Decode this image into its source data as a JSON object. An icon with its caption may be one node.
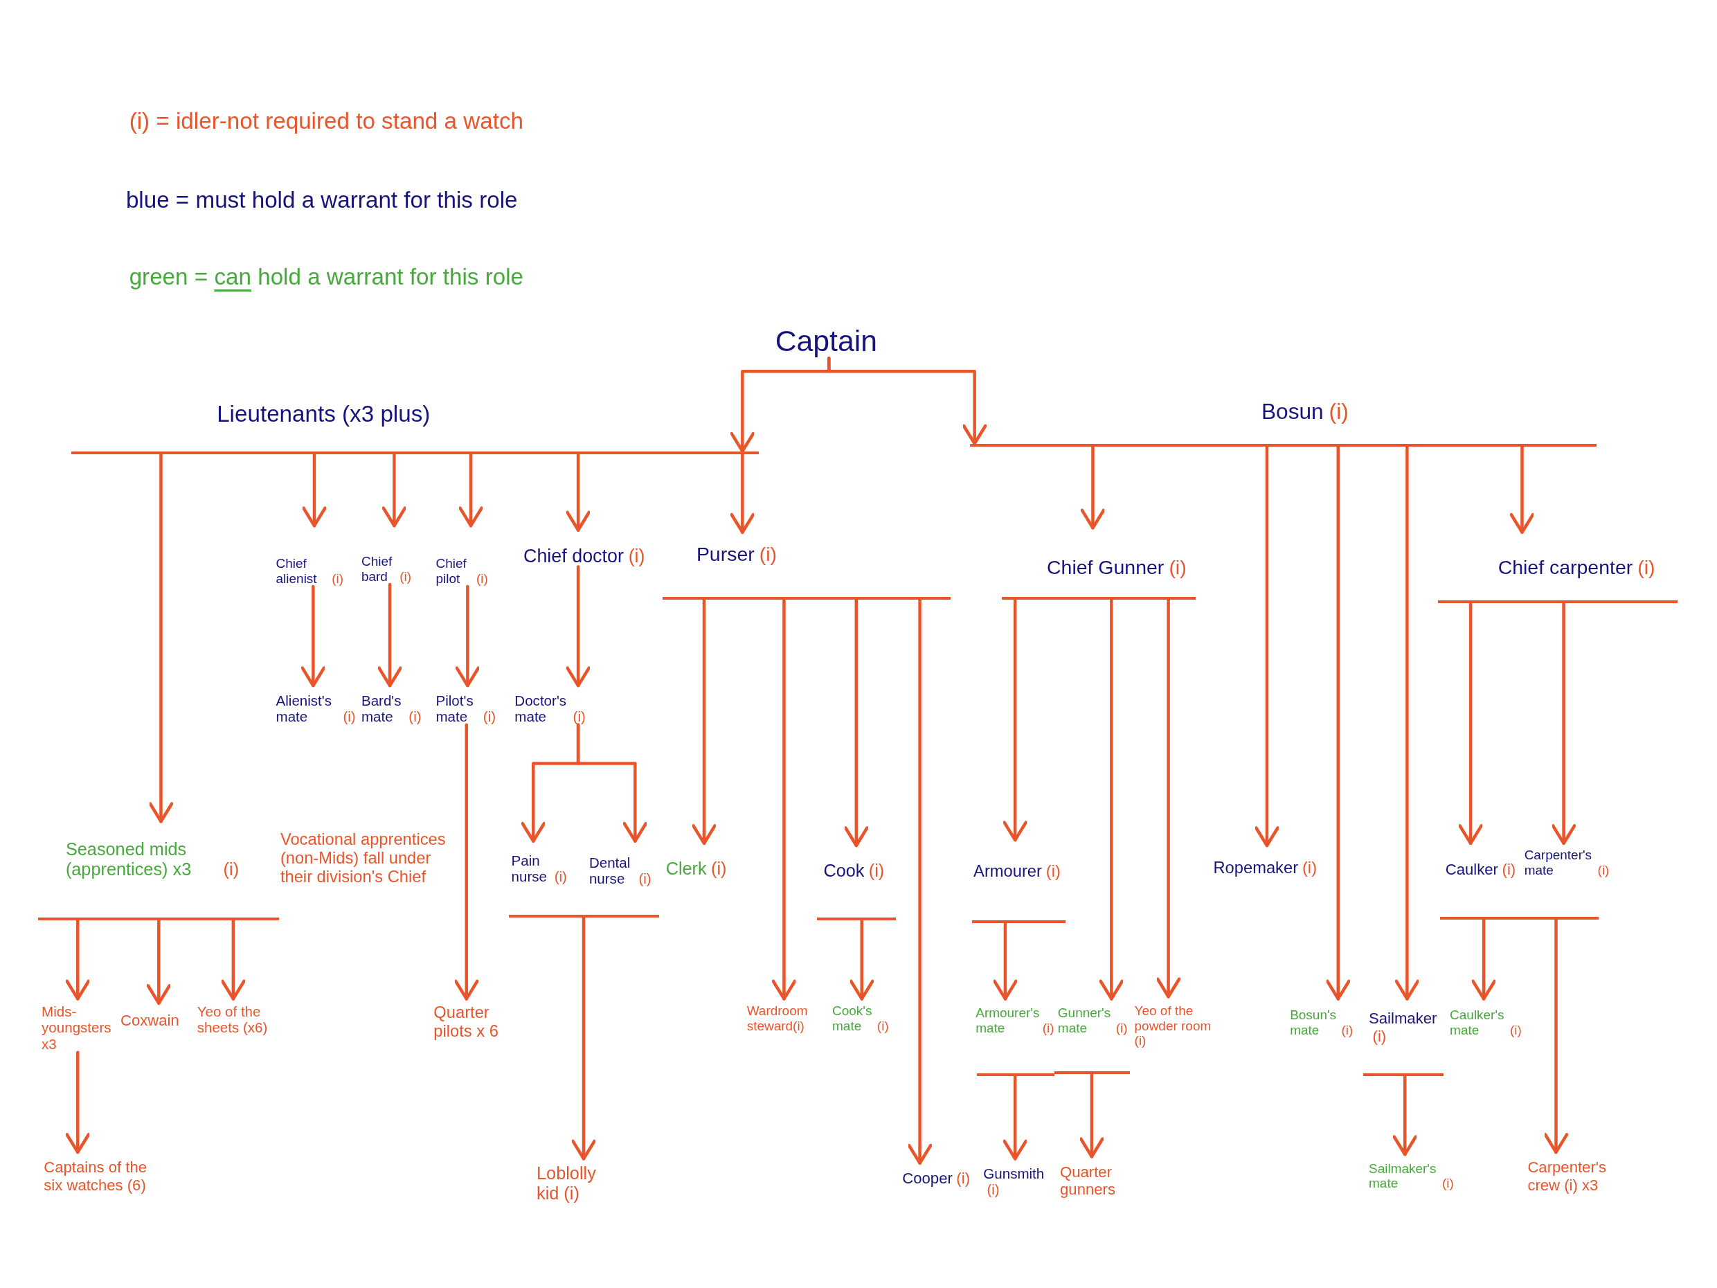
{
  "diagram": {
    "nodes": [
      {
        "text": [
          "Captain"
        ]
      },
      {
        "text": [
          "Lieutenants (x3 plus)"
        ]
      },
      {
        "text": [
          "Bosun",
          "(i)"
        ]
      },
      {
        "text": [
          "Chief alienist",
          "(i)"
        ]
      },
      {
        "text": [
          "Chief bard",
          "(i)"
        ]
      },
      {
        "text": [
          "Chief pilot",
          "(i)"
        ]
      },
      {
        "text": [
          "Chief doctor",
          "(i)"
        ]
      },
      {
        "text": [
          "Purser",
          "(i)"
        ]
      },
      {
        "text": [
          "Chief Gunner",
          "(i)"
        ]
      },
      {
        "text": [
          "Chief carpenter",
          "(i)"
        ]
      },
      {
        "text": [
          "Alienist's mate",
          "(i)"
        ]
      },
      {
        "text": [
          "Bard's mate",
          "(i)"
        ]
      },
      {
        "text": [
          "Pilot's mate",
          "(i)"
        ]
      },
      {
        "text": [
          "Doctor's mate",
          "(i)"
        ]
      },
      {
        "text": [
          "Seasoned mids (apprentices) x3",
          "(i)"
        ]
      },
      {
        "text": [
          "Pain nurse",
          "(i)"
        ]
      },
      {
        "text": [
          "Dental nurse",
          "(i)"
        ]
      },
      {
        "text": [
          "Clerk",
          "(i)"
        ]
      },
      {
        "text": [
          "Cook",
          "(i)"
        ]
      },
      {
        "text": [
          "Armourer",
          "(i)"
        ]
      },
      {
        "text": [
          "Ropemaker",
          "(i)"
        ]
      },
      {
        "text": [
          "Caulker",
          "(i)"
        ]
      },
      {
        "text": [
          "Carpenter's mate",
          "(i)"
        ]
      },
      {
        "text": [
          "Mids-youngsters x3"
        ]
      },
      {
        "text": [
          "Coxwain"
        ]
      },
      {
        "text": [
          "Yeo of the sheets (x6)"
        ]
      },
      {
        "text": [
          "Quarter pilots x 6"
        ]
      },
      {
        "text": [
          "Wardroom steward(i)"
        ]
      },
      {
        "text": [
          "Cook's mate",
          "(i)"
        ]
      },
      {
        "text": [
          "Armourer's mate",
          "(i)"
        ]
      },
      {
        "text": [
          "Gunner's mate",
          "(i)"
        ]
      },
      {
        "text": [
          "Yeo of the powder room (i)"
        ]
      },
      {
        "text": [
          "Bosun's mate",
          "(i)"
        ]
      },
      {
        "text": [
          "Sailmaker",
          "(i)"
        ]
      },
      {
        "text": [
          "Caulker's mate",
          "(i)"
        ]
      },
      {
        "text": [
          "Captains of the six watches (6)"
        ]
      },
      {
        "text": [
          "Loblolly kid (i)"
        ]
      },
      {
        "text": [
          "Cooper",
          "(i)"
        ]
      },
      {
        "text": [
          "Gunsmith",
          "(i)"
        ]
      },
      {
        "text": [
          "Quarter gunners"
        ]
      },
      {
        "text": [
          "Sailmaker's mate",
          "(i)"
        ]
      },
      {
        "text": [
          "Carpenter's crew (i) x3"
        ]
      }
    ],
    "edges": [
      {
        "from": 0,
        "to": 1,
        "arrow": "to"
      },
      {
        "from": 0,
        "to": 2,
        "arrow": "to"
      },
      {
        "from": 1,
        "to": 14,
        "arrow": "to"
      },
      {
        "from": 1,
        "to": 3,
        "arrow": "to"
      },
      {
        "from": 1,
        "to": 4,
        "arrow": "to"
      },
      {
        "from": 1,
        "to": 5,
        "arrow": "to"
      },
      {
        "from": 1,
        "to": 6,
        "arrow": "to"
      },
      {
        "from": 1,
        "to": 7,
        "arrow": "to"
      },
      {
        "from": 2,
        "to": 8,
        "arrow": "to"
      },
      {
        "from": 2,
        "to": 20,
        "arrow": "to"
      },
      {
        "from": 2,
        "to": 32,
        "arrow": "to"
      },
      {
        "from": 2,
        "to": 33,
        "arrow": "to"
      },
      {
        "from": 2,
        "to": 9,
        "arrow": "to"
      },
      {
        "from": 3,
        "to": 10,
        "arrow": "to"
      },
      {
        "from": 4,
        "to": 11,
        "arrow": "to"
      },
      {
        "from": 5,
        "to": 12,
        "arrow": "to"
      },
      {
        "from": 6,
        "to": 13,
        "arrow": "to"
      },
      {
        "from": 13,
        "to": 15,
        "arrow": "to"
      },
      {
        "from": 13,
        "to": 16,
        "arrow": "to"
      },
      {
        "from": 12,
        "to": 26,
        "arrow": "to"
      },
      {
        "from": 14,
        "to": 23,
        "arrow": "to"
      },
      {
        "from": 14,
        "to": 24,
        "arrow": "to"
      },
      {
        "from": 14,
        "to": 25,
        "arrow": "to"
      },
      {
        "from": 23,
        "to": 35,
        "arrow": "to"
      },
      {
        "from": 15,
        "to": 36,
        "arrow": "to"
      },
      {
        "from": 16,
        "to": 36,
        "arrow": "to"
      },
      {
        "from": 7,
        "to": 17,
        "arrow": "to"
      },
      {
        "from": 7,
        "to": 27,
        "arrow": "to"
      },
      {
        "from": 7,
        "to": 18,
        "arrow": "to"
      },
      {
        "from": 7,
        "to": 37,
        "arrow": "to"
      },
      {
        "from": 18,
        "to": 28,
        "arrow": "to"
      },
      {
        "from": 8,
        "to": 19,
        "arrow": "to"
      },
      {
        "from": 8,
        "to": 30,
        "arrow": "to"
      },
      {
        "from": 8,
        "to": 31,
        "arrow": "to"
      },
      {
        "from": 19,
        "to": 29,
        "arrow": "to"
      },
      {
        "from": 29,
        "to": 38,
        "arrow": "to"
      },
      {
        "from": 30,
        "to": 39,
        "arrow": "to"
      },
      {
        "from": 33,
        "to": 40,
        "arrow": "to"
      },
      {
        "from": 9,
        "to": 21,
        "arrow": "to"
      },
      {
        "from": 9,
        "to": 22,
        "arrow": "to"
      },
      {
        "from": 21,
        "to": 34,
        "arrow": "to"
      },
      {
        "from": 22,
        "to": 41,
        "arrow": "to"
      }
    ],
    "labels": [
      "Vocational apprentices (non-Mids) fall under their division's Chief"
    ],
    "legend": [
      {
        "text": "(i) = idler-not required to stand a watch"
      },
      {
        "text": "blue = must hold a warrant for this role",
        "color": "#17137d"
      },
      {
        "text": "green = *can* hold a warrant for this role",
        "color": "#47a83c"
      }
    ]
  }
}
